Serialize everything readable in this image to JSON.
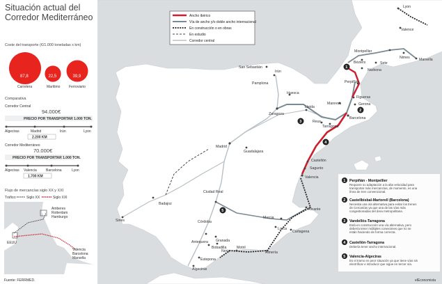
{
  "title": "Situación actual del Corredor Mediterráneo",
  "cost_section": {
    "title": "Coste del transporte (€/1.000 toneladas x km)",
    "items": [
      {
        "label": "Carretera",
        "value": "87,8",
        "amount": 87.8
      },
      {
        "label": "Marítimo",
        "value": "22,5",
        "amount": 22.5
      },
      {
        "label": "Ferroviario",
        "value": "39,9",
        "amount": 39.9
      }
    ]
  },
  "comparison": {
    "title": "Comparativa",
    "central": {
      "label": "Corredor Central",
      "price": "94.000€",
      "price_note": "PRECIO POR TRANSPORTAR 1.000 TON.",
      "stops": [
        "Algeciras",
        "Madrid",
        "Irún",
        "Lyon"
      ],
      "distance": "2.200 KM"
    },
    "mediterranean": {
      "label": "Corredor Mediterráneo",
      "price": "70.000€",
      "price_note": "PRECIO POR TRANSPORTAR 1.000 TON.",
      "stops": [
        "Algeciras",
        "Valencia",
        "Barcelona",
        "Lyon"
      ],
      "distance": "1.700 KM"
    }
  },
  "flow": {
    "title": "Flujo de mercancías siglo XX y XXI",
    "traffic_label": "Tráfico:",
    "century_20": "Siglo XX",
    "century_21": "Siglo XXI",
    "places": [
      "Amberes",
      "Rotterdam",
      "Hamburgo",
      "EEUU",
      "Valencia",
      "Barcelona",
      "Marsella"
    ]
  },
  "source": "Fuente: FERRMED.",
  "credit": "elEconomista",
  "legend": {
    "items": [
      {
        "label": "Ancho ibérico",
        "color": "#cc1f2d"
      },
      {
        "label": "Vía de ancho y/o doble ancho internacional",
        "color": "#7a8a94"
      },
      {
        "label": "En construcción o en obras",
        "color": "#222222"
      },
      {
        "label": "En estudio",
        "color": "#444444"
      },
      {
        "label": "Corredor central",
        "color": "#b8c0c6"
      }
    ]
  },
  "cities": {
    "lyon": "Lyon",
    "valence": "Valence",
    "montpellier": "Montpellier",
    "nimes": "Nimes",
    "marsella": "Marsella",
    "beziers": "Béziers",
    "sete": "Sete",
    "narbona": "Narbona",
    "perpinan": "Perpiñán",
    "figueras": "Figueras",
    "gerona": "Gerona",
    "manresa": "Manresa",
    "barcelona": "Barcelona",
    "tarragona": "Tarragona",
    "reus": "Reus",
    "lleida": "Lleida",
    "huesca": "Huesca",
    "zaragoza": "Zaragoza",
    "pamplona": "Pamplona",
    "sansebastian": "San Sebastián",
    "irun": "Irún",
    "madrid": "Madrid",
    "guadalajara": "Guadalajara",
    "castellon": "Castellón",
    "sagunto": "Sagunto",
    "valencia": "Valencia",
    "alicante": "Alicante",
    "murcia": "Murcia",
    "lorca": "Lorca",
    "cartagena": "Cartagena",
    "almeria": "Almería",
    "motril": "Motril",
    "granada": "Granada",
    "antequera": "Antequera",
    "bobadilla": "Bobadilla",
    "cordoba": "Córdoba",
    "estepona": "Estepona",
    "algeciras": "Algeciras",
    "ciudadreal": "Ciudad Real",
    "badajoz": "Badajoz",
    "sines": "Sines",
    "nerja": "Nerja"
  },
  "notes": [
    {
      "num": "1",
      "title": "Perpiñán - Montpellier",
      "body": [
        "Requiere su adaptación a la alta velocidad para",
        "transportar más mercancías, de momento, es una",
        "línea de tren convencional."
      ]
    },
    {
      "num": "2",
      "title": "Castellbisbal-Martorell (Barcelona)",
      "body": [
        "Necesita una vía alternativa para evitar los trenes",
        "de Cercanías ya que una de las vías más",
        "congestionadas del área metropolitana."
      ]
    },
    {
      "num": "3",
      "title": "Vandellós-Tarragona",
      "body": [
        "Está en construcción una vía alternativa, pero",
        "debería tener múltiples conexiones que no se",
        "están haciendo de forma correcta."
      ]
    },
    {
      "num": "4",
      "title": "Castellón-Tarragona",
      "body": [
        "Debería tener ancho internacional."
      ]
    },
    {
      "num": "5",
      "title": "Valencia-Algeciras",
      "body": [
        "Es el tramo en peor situación ya que tiene vías sin",
        "electrificar e introducir que sigue en tercer vía."
      ]
    }
  ]
}
